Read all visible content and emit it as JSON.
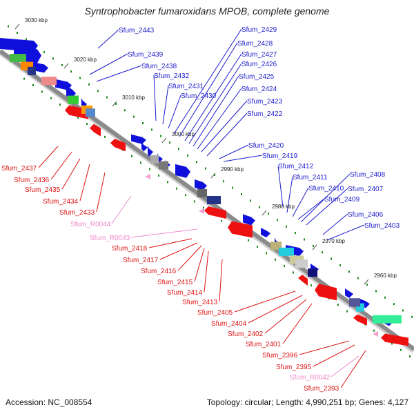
{
  "title": "Syntrophobacter fumaroxidans MPOB, complete genome",
  "accession": "Accession: NC_008554",
  "topology": "Topology: circular; Length: 4,990,251 bp; Genes: 4,127",
  "colors": {
    "backbone": "#8a8a8a",
    "forward_gene": "#1010dd",
    "reverse_gene": "#ee1111",
    "rna_gene": "#f2a0d0",
    "tick": "#1a8a1a",
    "forward_label": "#1a1acc",
    "reverse_label": "#dd1111",
    "rna_label": "#ee88cc"
  },
  "scale_labels": [
    "3030 kbp",
    "3020 kbp",
    "3010 kbp",
    "3000 kbp",
    "2990 kbp",
    "2980 kbp",
    "2970 kbp",
    "2960 kbp"
  ],
  "forward_labels": [
    "Sfum_2443",
    "Sfum_2439",
    "Sfum_2438",
    "Sfum_2432",
    "Sfum_2431",
    "Sfum_2430",
    "Sfum_2429",
    "Sfum_2428",
    "Sfum_2427",
    "Sfum_2426",
    "Sfum_2425",
    "Sfum_2424",
    "Sfum_2423",
    "Sfum_2422",
    "Sfum_2420",
    "Sfum_2419",
    "Sfum_2412",
    "Sfum_2411",
    "Sfum_2410",
    "Sfum_2409",
    "Sfum_2408",
    "Sfum_2407",
    "Sfum_2406",
    "Sfum_2403"
  ],
  "reverse_labels": [
    "Sfum_2437",
    "Sfum_2436",
    "Sfum_2435",
    "Sfum_2434",
    "Sfum_2433",
    "Sfum_2418",
    "Sfum_2417",
    "Sfum_2416",
    "Sfum_2415",
    "Sfum_2414",
    "Sfum_2413",
    "Sfum_2405",
    "Sfum_2404",
    "Sfum_2402",
    "Sfum_2401",
    "Sfum_2396",
    "Sfum_2395",
    "Sfum_2393"
  ],
  "rna_labels": [
    "Sfum_R0044",
    "Sfum_R0043",
    "Sfum_R0042"
  ]
}
